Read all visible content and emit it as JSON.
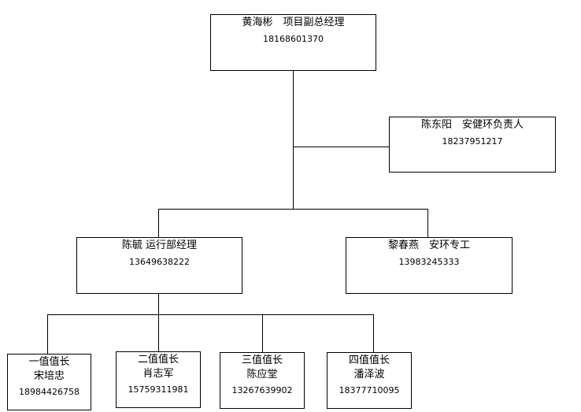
{
  "org_chart": {
    "top": {
      "name_title": "黄海彬　项目副总经理",
      "phone": "18168601370"
    },
    "safety_head": {
      "name_title": "陈东阳　安健环负责人",
      "phone": "18237951217"
    },
    "operations_manager": {
      "name_title": "陈毓 运行部经理",
      "phone": "13649638222"
    },
    "safety_specialist": {
      "name_title": "黎春燕　安环专工",
      "phone": "13983245333"
    },
    "shift_leaders": [
      {
        "shift": "一值值长",
        "name": "宋培忠",
        "phone": "18984426758"
      },
      {
        "shift": "二值值长",
        "name": "肖志军",
        "phone": "15759311981"
      },
      {
        "shift": "三值值长",
        "name": "陈应堂",
        "phone": "13267639902"
      },
      {
        "shift": "四值值长",
        "name": "潘泽波",
        "phone": "18377710095"
      }
    ]
  }
}
